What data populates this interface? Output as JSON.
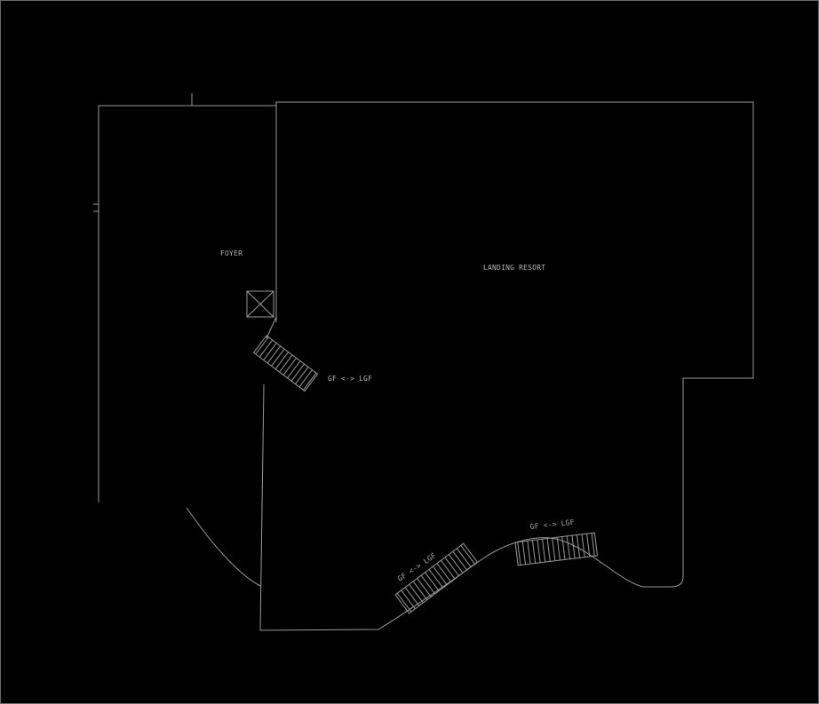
{
  "canvas": {
    "bg": "#000000",
    "line_color": "#9a9a9a",
    "text_color": "#b3b3b3",
    "border_color": "#6a6a6a"
  },
  "plan": {
    "rooms": {
      "foyer_label": "FOYER",
      "landing_resort_label": "LANDING RESORT"
    },
    "stairs": [
      {
        "label": "GF <-> LGF"
      },
      {
        "label": "GF <-> LGF"
      },
      {
        "label": "GF <-> LGF"
      }
    ]
  }
}
